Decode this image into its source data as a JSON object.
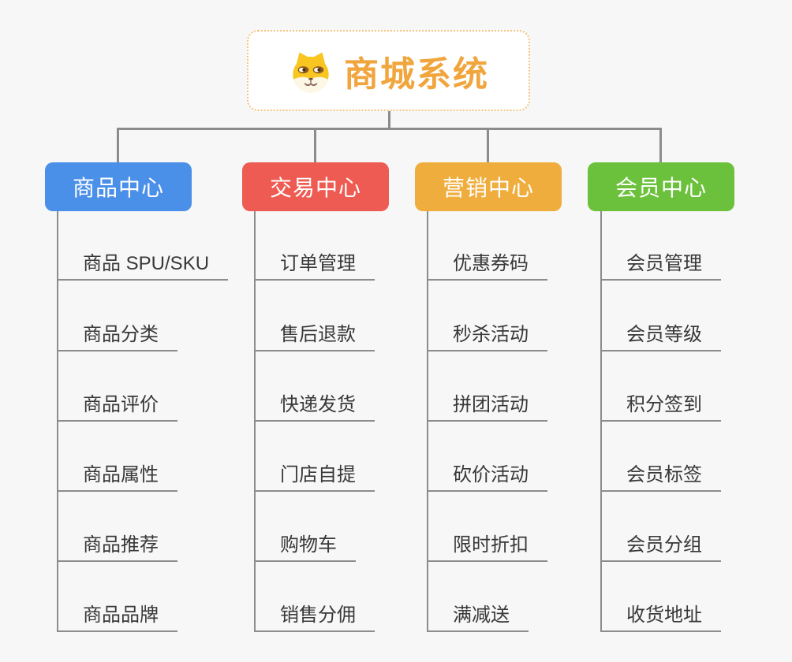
{
  "root": {
    "title": "商城系统",
    "icon": "dog-face-icon",
    "title_color": "#f0a63d",
    "border_color": "#f3c27c"
  },
  "colors": {
    "background": "#f7f7f7",
    "connector": "#8c8c8c",
    "item_text": "#383838"
  },
  "branches": [
    {
      "label": "商品中心",
      "color": "#4a8fe8",
      "items": [
        "商品 SPU/SKU",
        "商品分类",
        "商品评价",
        "商品属性",
        "商品推荐",
        "商品品牌"
      ]
    },
    {
      "label": "交易中心",
      "color": "#ee5b52",
      "items": [
        "订单管理",
        "售后退款",
        "快递发货",
        "门店自提",
        "购物车",
        "销售分佣"
      ]
    },
    {
      "label": "营销中心",
      "color": "#efad3d",
      "items": [
        "优惠券码",
        "秒杀活动",
        "拼团活动",
        "砍价活动",
        "限时折扣",
        "满减送"
      ]
    },
    {
      "label": "会员中心",
      "color": "#6cc13c",
      "items": [
        "会员管理",
        "会员等级",
        "积分签到",
        "会员标签",
        "会员分组",
        "收货地址"
      ]
    }
  ]
}
